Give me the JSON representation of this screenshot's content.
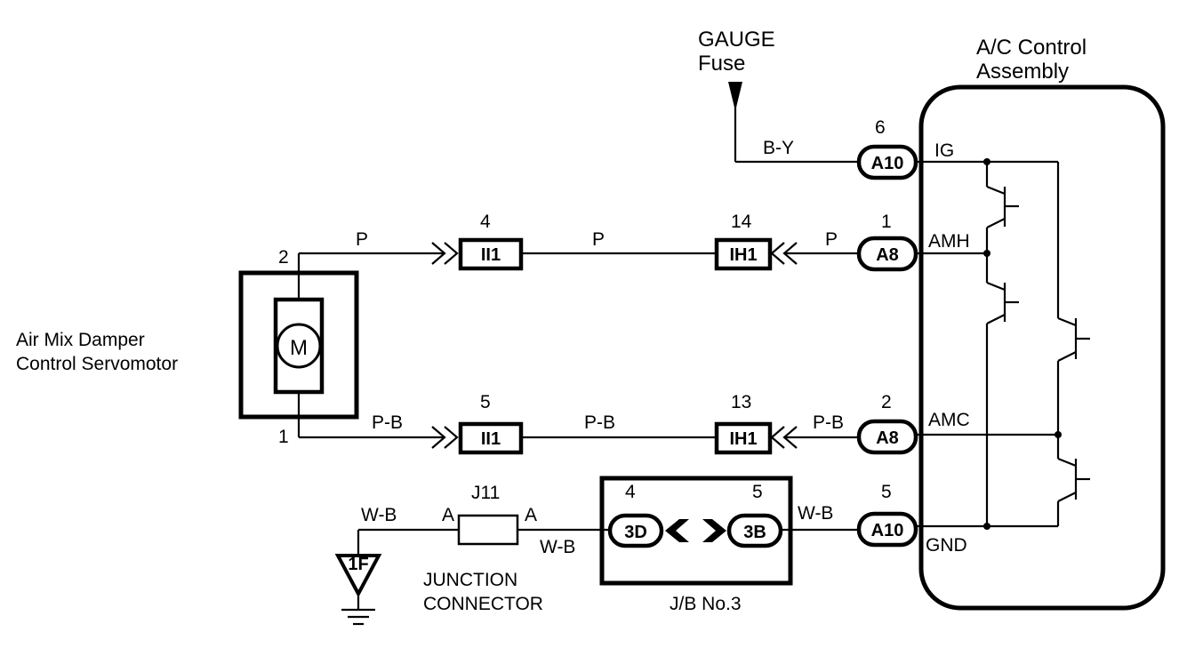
{
  "labels": {
    "gauge": "GAUGE",
    "fuse": "Fuse",
    "ac_title_1": "A/C Control",
    "ac_title_2": "Assembly",
    "servo_1": "Air Mix Damper",
    "servo_2": "Control Servomotor",
    "motor": "M",
    "jc_1": "JUNCTION",
    "jc_2": "CONNECTOR",
    "jb": "J/B No.3",
    "ground": "1F"
  },
  "terminals": {
    "ig": "IG",
    "amh": "AMH",
    "amc": "AMC",
    "gnd": "GND"
  },
  "pins": {
    "servo_top": "2",
    "servo_bottom": "1",
    "ii1_top": "4",
    "ii1_bottom": "5",
    "ih1_top": "14",
    "ih1_bottom": "13",
    "a10_ig": "6",
    "a8_amh": "1",
    "a8_amc": "2",
    "a10_gnd": "5",
    "jb_3d": "4",
    "jb_3b": "5",
    "j11_left": "A",
    "j11_right": "A"
  },
  "connectors": {
    "a10_top": "A10",
    "a8_top": "A8",
    "a8_bottom": "A8",
    "a10_bottom": "A10",
    "ii1_top": "II1",
    "ih1_top": "IH1",
    "ii1_bottom": "II1",
    "ih1_bottom": "IH1",
    "j11": "J11",
    "jb_3d": "3D",
    "jb_3b": "3B"
  },
  "wires": {
    "by": "B-Y",
    "p_1": "P",
    "p_2": "P",
    "p_3": "P",
    "pb_1": "P-B",
    "pb_2": "P-B",
    "pb_3": "P-B",
    "wb_1": "W-B",
    "wb_2": "W-B",
    "wb_3": "W-B"
  }
}
